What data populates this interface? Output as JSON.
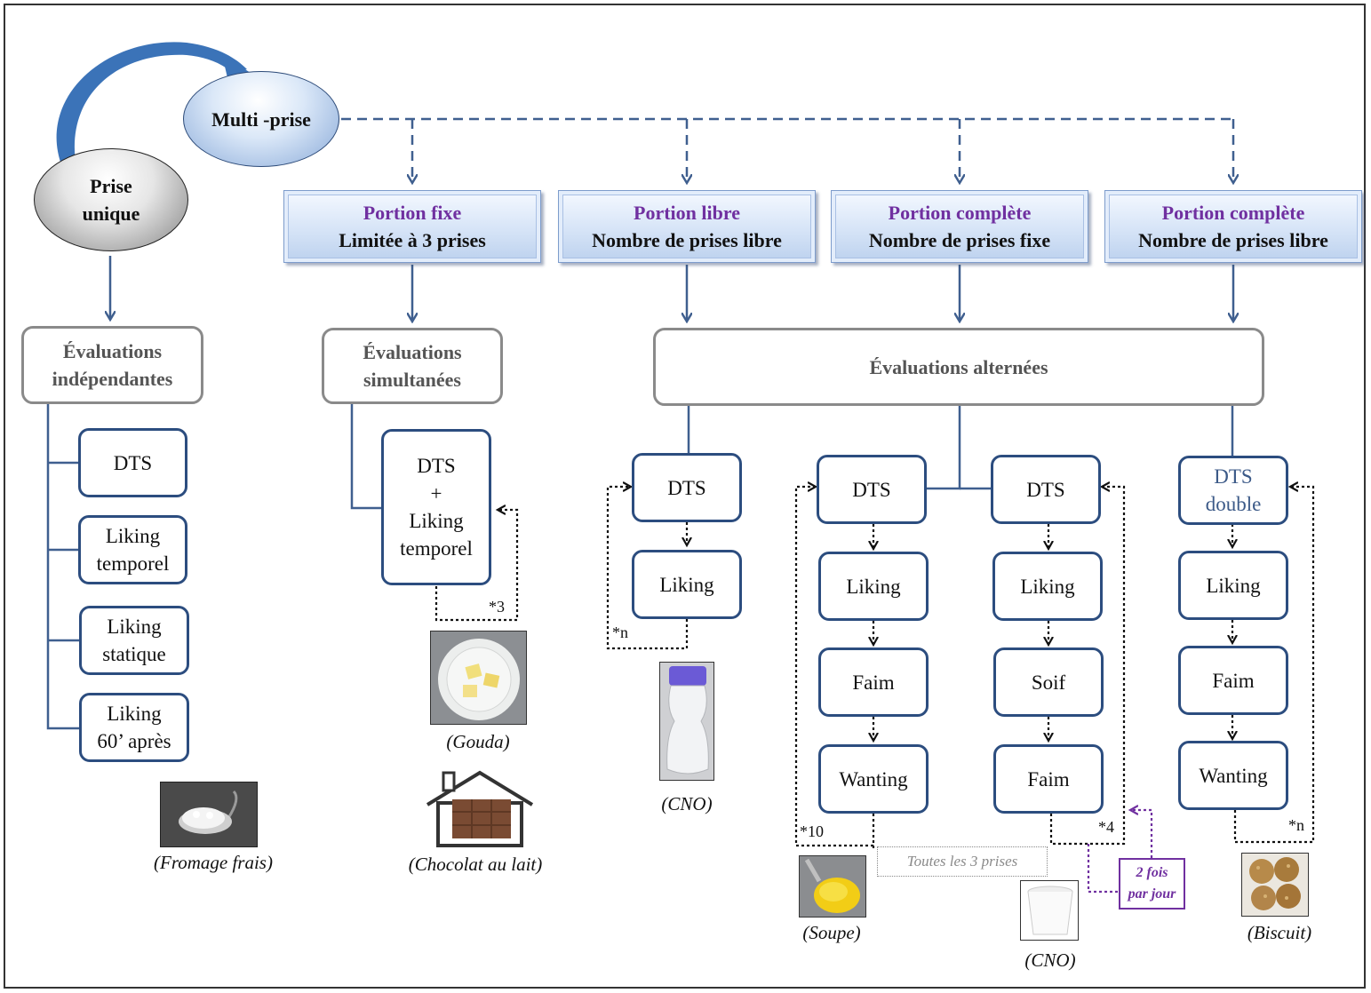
{
  "nodes": {
    "prise_unique": [
      "Prise",
      "unique"
    ],
    "multi_prise": "Multi -prise"
  },
  "headers": [
    {
      "title": "Portion fixe",
      "subtitle": "Limitée à 3 prises"
    },
    {
      "title": "Portion libre",
      "subtitle": "Nombre de prises libre"
    },
    {
      "title": "Portion complète",
      "subtitle": "Nombre de prises fixe"
    },
    {
      "title": "Portion complète",
      "subtitle": "Nombre de prises libre"
    }
  ],
  "evaluations": {
    "independantes": [
      "Évaluations",
      "indépendantes"
    ],
    "simultanees": [
      "Évaluations",
      "simultanées"
    ],
    "alternees": "Évaluations alternées"
  },
  "independent_items": [
    [
      "DTS"
    ],
    [
      "Liking",
      "temporel"
    ],
    [
      "Liking",
      "statique"
    ],
    [
      "Liking",
      "60’ après"
    ]
  ],
  "simultaneous_item": [
    "DTS",
    "+",
    "Liking",
    "temporel"
  ],
  "sequences": {
    "libre": [
      "DTS",
      "Liking"
    ],
    "fixe_a": [
      "DTS",
      "Liking",
      "Faim",
      "Wanting"
    ],
    "fixe_b": [
      "DTS",
      "Liking",
      "Soif",
      "Faim"
    ],
    "double": [
      [
        "DTS",
        "double"
      ],
      "Liking",
      "Faim",
      "Wanting"
    ]
  },
  "repeat_labels": {
    "simultanees": "*3",
    "libre": "*n",
    "fixe_a": "*10",
    "fixe_b": "*4",
    "double": "*n"
  },
  "notes": {
    "toutes": "Toutes les 3 prises",
    "deux_fois": [
      "2 fois",
      "par jour"
    ]
  },
  "captions": {
    "fromage": "(Fromage frais)",
    "gouda": "(Gouda)",
    "chocolat": "(Chocolat au lait)",
    "cno_bottle": "(CNO)",
    "soupe": "(Soupe)",
    "cno_cup": "(CNO)",
    "biscuit": "(Biscuit)"
  },
  "colors": {
    "connector": "#3f5f8f",
    "box_border": "#2c4d7f",
    "header_title": "#7030a0",
    "eval_border": "#8a8a8a",
    "arc_arrow": "#3b73b8"
  }
}
